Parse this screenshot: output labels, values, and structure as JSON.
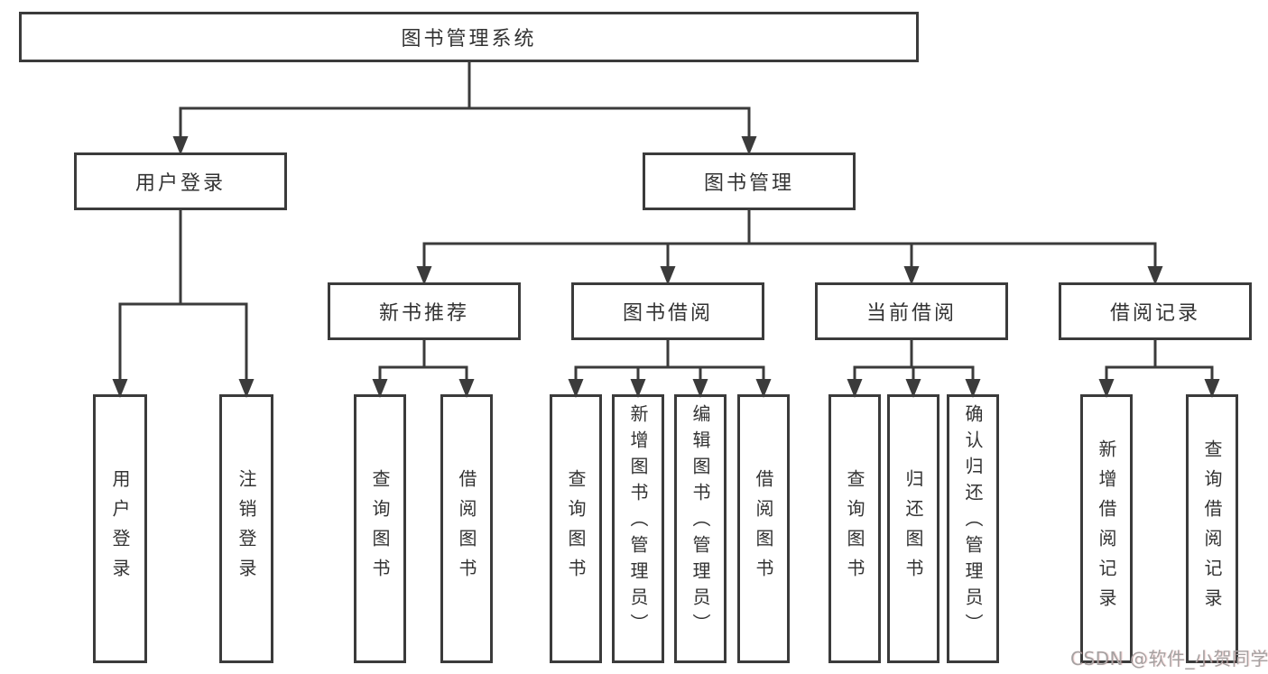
{
  "tree": {
    "root": {
      "label": "图书管理系统"
    },
    "children": [
      {
        "label": "用户登录",
        "children": [
          {
            "label": "用户登录"
          },
          {
            "label": "注销登录"
          }
        ]
      },
      {
        "label": "图书管理",
        "children": [
          {
            "label": "新书推荐",
            "children": [
              {
                "label": "查询图书"
              },
              {
                "label": "借阅图书"
              }
            ]
          },
          {
            "label": "图书借阅",
            "children": [
              {
                "label": "查询图书"
              },
              {
                "label": "新增图书（管理员）"
              },
              {
                "label": "编辑图书（管理员）"
              },
              {
                "label": "借阅图书"
              }
            ]
          },
          {
            "label": "当前借阅",
            "children": [
              {
                "label": "查询图书"
              },
              {
                "label": "归还图书"
              },
              {
                "label": "确认归还（管理员）"
              }
            ]
          },
          {
            "label": "借阅记录",
            "children": [
              {
                "label": "新增借阅记录"
              },
              {
                "label": "查询借阅记录"
              }
            ]
          }
        ]
      }
    ]
  },
  "watermark": {
    "text": "CSDN @软件_小贺同学"
  },
  "colors": {
    "line": "#3b3b3b",
    "node_text": "#333333",
    "background": "#ffffff",
    "watermark_text": "#a5a2a2"
  }
}
